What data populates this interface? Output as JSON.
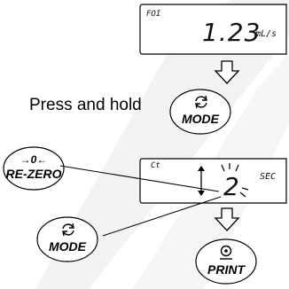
{
  "display_top": {
    "mode_code": "FOI",
    "value": "1.23",
    "unit": "mL/s"
  },
  "instruction": "Press and hold",
  "buttons": {
    "mode_top": "MODE",
    "rezero_symbol": "→0←",
    "rezero": "RE-ZERO",
    "mode_left": "MODE",
    "print": "PRINT"
  },
  "display_bottom": {
    "mode_code": "Ct",
    "digit": "2",
    "unit": "SEC"
  },
  "icons": [
    "cycle-arrows-icon",
    "print-dot-icon",
    "down-arrow-icon",
    "up-down-arrow-icon"
  ],
  "colors": {
    "ink": "#000000",
    "background": "#ffffff"
  }
}
